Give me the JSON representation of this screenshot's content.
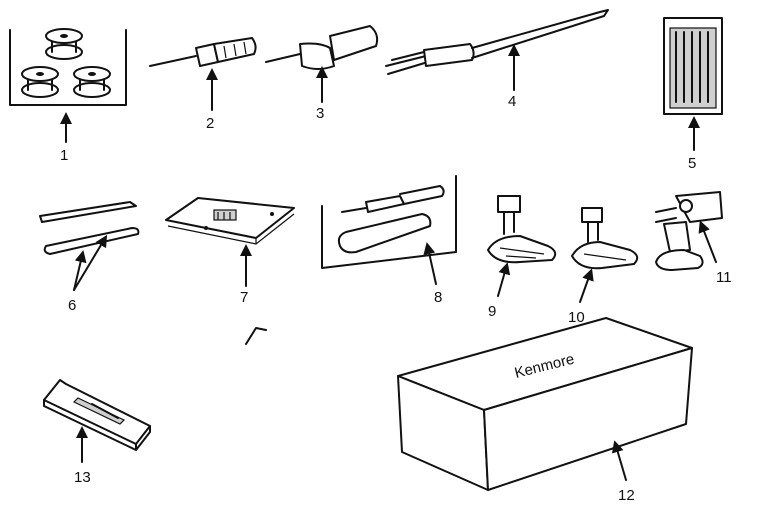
{
  "callouts": {
    "c1": "1",
    "c2": "2",
    "c3": "3",
    "c4": "4",
    "c5": "5",
    "c6": "6",
    "c7": "7",
    "c8": "8",
    "c9": "9",
    "c10": "10",
    "c11": "11",
    "c12": "12",
    "c13": "13"
  },
  "case_brand": "Kenmore"
}
